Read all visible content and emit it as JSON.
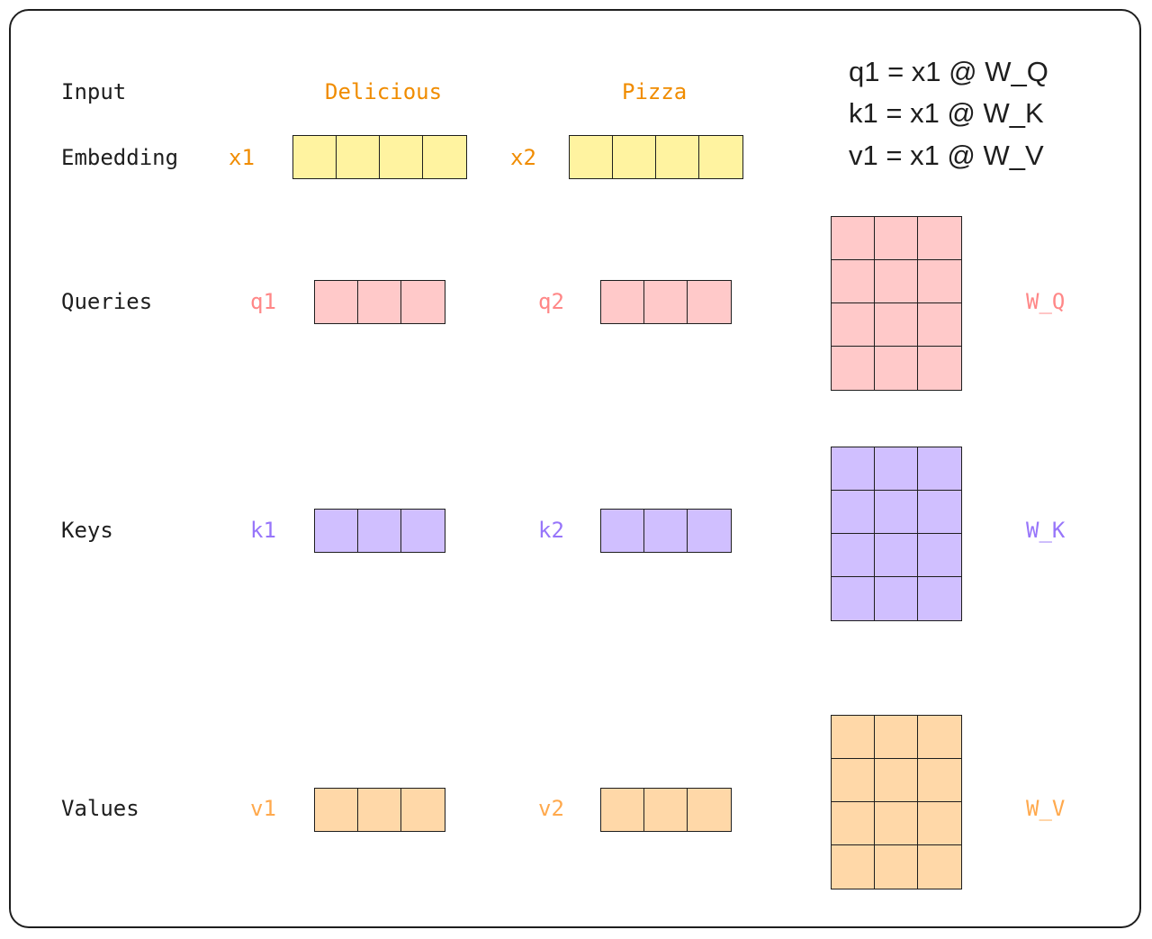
{
  "colors": {
    "embedding_fill": "#fff3a0",
    "query_fill": "#ffc9c9",
    "key_fill": "#d0bfff",
    "value_fill": "#ffd8a8",
    "embedding_text": "#f08c00",
    "query_text": "#ff8787",
    "key_text": "#9775fa",
    "value_text": "#ffa94d"
  },
  "rows": {
    "input": "Input",
    "embedding": "Embedding",
    "queries": "Queries",
    "keys": "Keys",
    "values": "Values"
  },
  "tokens": {
    "token1": "Delicious",
    "token2": "Pizza"
  },
  "vectors": {
    "x1": "x1",
    "x2": "x2",
    "q1": "q1",
    "q2": "q2",
    "k1": "k1",
    "k2": "k2",
    "v1": "v1",
    "v2": "v2"
  },
  "matrices": {
    "wq": "W_Q",
    "wk": "W_K",
    "wv": "W_V"
  },
  "formulas": [
    "q1 = x1 @ W_Q",
    "k1 = x1 @ W_K",
    "v1 = x1 @ W_V"
  ]
}
